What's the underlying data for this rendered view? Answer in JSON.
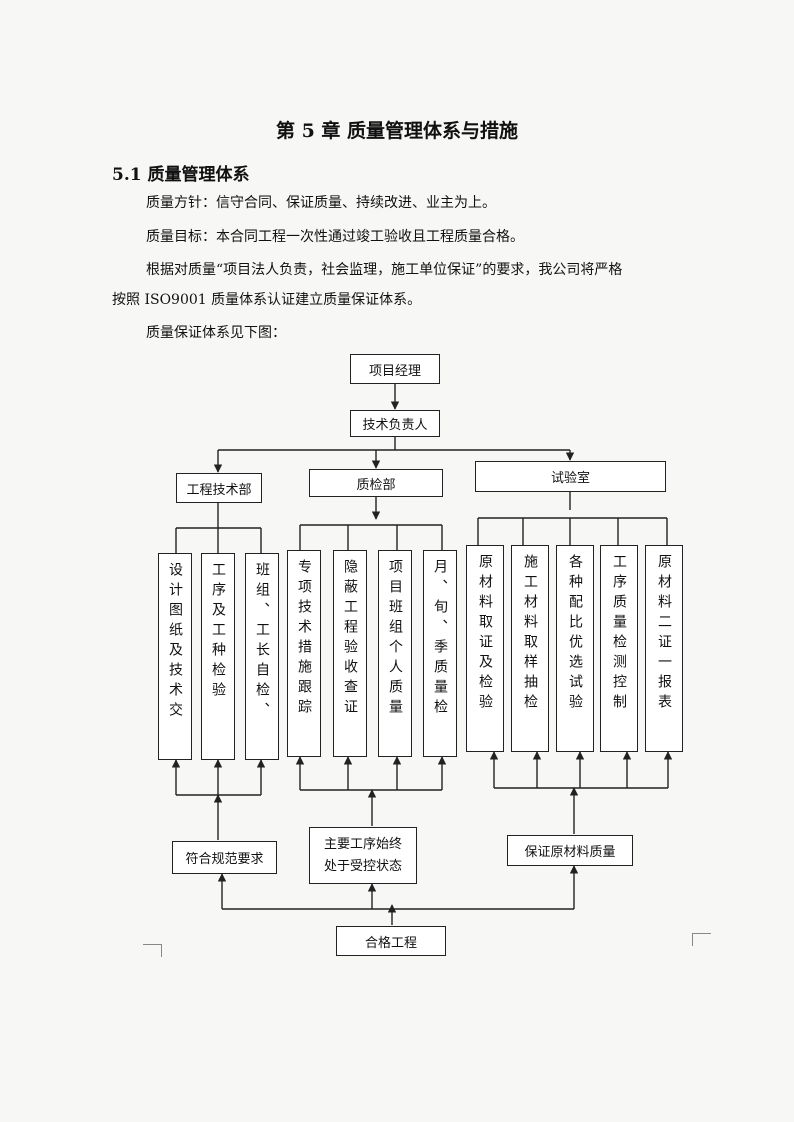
{
  "doc": {
    "chapter_title": "第 5 章   质量管理体系与措施",
    "section_title": "5.1 质量管理体系",
    "policy": "质量方针：信守合同、保证质量、持续改进、业主为上。",
    "goal": "质量目标：本合同工程一次性通过竣工验收且工程质量合格。",
    "requirement_line1": "根据对质量“项目法人负责，社会监理，施工单位保证”的要求，我公司将严格",
    "requirement_line2": "按照 ISO9001 质量体系认证建立质量保证体系。",
    "chart_intro": "质量保证体系见下图："
  },
  "org": {
    "manager": "项目经理",
    "tech_lead": "技术负责人",
    "dept_eng": "工程技术部",
    "dept_qc": "质检部",
    "dept_lab": "试验室",
    "items": [
      "设计图纸及技术交",
      "工序及工种检验",
      "班组、工长自检、",
      "专项技术措施跟踪",
      "隐蔽工程验收查证",
      "项目班组个人质量",
      "月、旬、季质量检",
      "原材料取证及检验",
      "施工材料取样抽检",
      "各种配比优选试验",
      "工序质量检测控制",
      "原材料二证一报表"
    ],
    "outcome_left": "符合规范要求",
    "outcome_mid": "主要工序始终处于受控状态",
    "outcome_right": "保证原材料质量",
    "final": "合格工程"
  }
}
